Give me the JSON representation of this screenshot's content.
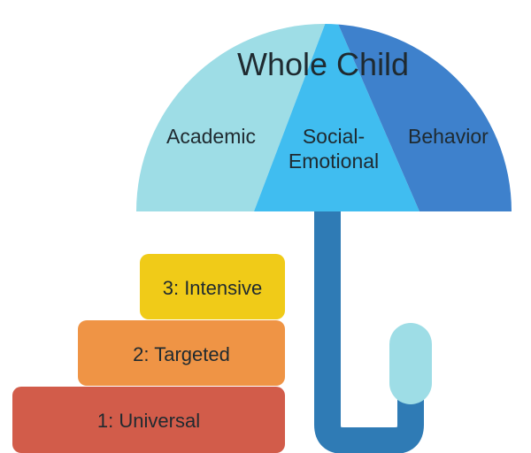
{
  "umbrella": {
    "title": "Whole Child",
    "segments": [
      {
        "name": "academic",
        "label": "Academic",
        "color": "#9edde6"
      },
      {
        "name": "social-emotional",
        "label_line1": "Social-",
        "label_line2": "Emotional",
        "color": "#40bdf0"
      },
      {
        "name": "behavior",
        "label": "Behavior",
        "color": "#3e81cc"
      }
    ],
    "handle_color": "#2f7bb5",
    "handle_tip_color": "#9edde6"
  },
  "tiers": [
    {
      "label": "1: Universal",
      "color": "#d25c4a"
    },
    {
      "label": "2: Targeted",
      "color": "#ef9445"
    },
    {
      "label": "3: Intensive",
      "color": "#f0cb18"
    }
  ]
}
